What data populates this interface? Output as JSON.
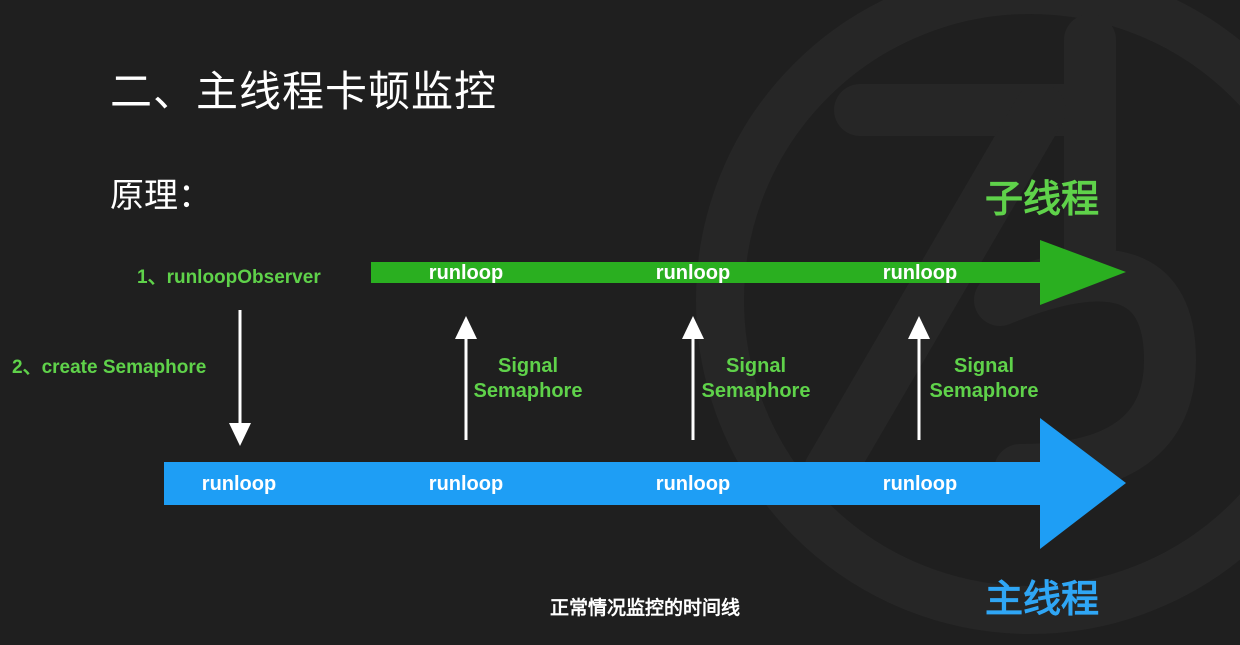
{
  "title": "二、主线程卡顿监控",
  "subtitle": "原理：",
  "threads": {
    "child": {
      "label": "子线程",
      "color": "#2aaf20",
      "runloops": [
        "runloop",
        "runloop",
        "runloop"
      ]
    },
    "main": {
      "label": "主线程",
      "color": "#1e9ef5",
      "runloops": [
        "runloop",
        "runloop",
        "runloop",
        "runloop"
      ]
    }
  },
  "steps": {
    "observer": "1、runloopObserver",
    "semaphore": "2、create Semaphore"
  },
  "signals": [
    {
      "line1": "Signal",
      "line2": "Semaphore"
    },
    {
      "line1": "Signal",
      "line2": "Semaphore"
    },
    {
      "line1": "Signal",
      "line2": "Semaphore"
    }
  ],
  "caption": "正常情况监控的时间线"
}
